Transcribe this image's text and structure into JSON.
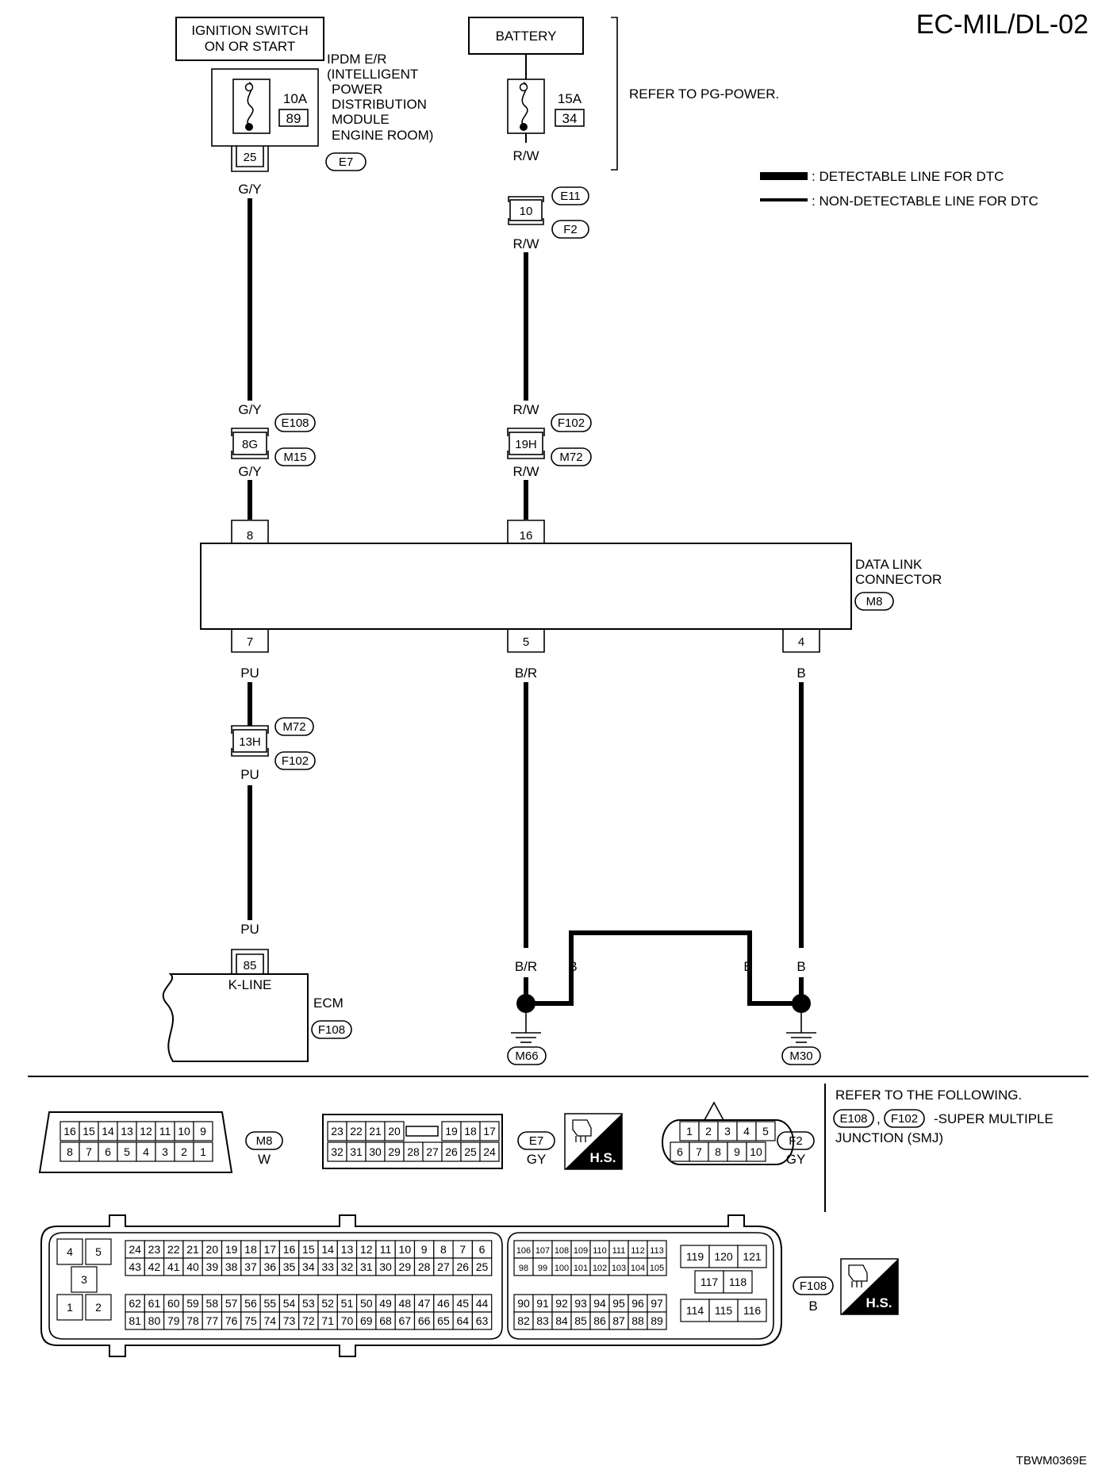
{
  "title": "EC-MIL/DL-02",
  "figure_code": "TBWM0369E",
  "components": {
    "ignition_switch": {
      "line1": "IGNITION SWITCH",
      "line2": "ON OR START"
    },
    "battery": {
      "label": "BATTERY"
    },
    "ipdm": {
      "lines": [
        "IPDM E/R",
        "(INTELLIGENT",
        "POWER",
        "DISTRIBUTION",
        "MODULE",
        "ENGINE ROOM)"
      ],
      "fuse_amp": "10A",
      "fuse_no": "89",
      "pin": "25",
      "connector": "E7"
    },
    "battery_fuse": {
      "fuse_amp": "15A",
      "fuse_no": "34",
      "refer": "REFER TO PG-POWER."
    },
    "data_link_connector": {
      "line1": "DATA LINK",
      "line2": "CONNECTOR",
      "connector": "M8"
    },
    "ecm": {
      "label": "ECM",
      "connector": "F108",
      "pin": "85",
      "pin_label": "K-LINE"
    }
  },
  "legend": {
    "detectable": ": DETECTABLE LINE FOR DTC",
    "non_detectable": ": NON-DETECTABLE LINE FOR DTC"
  },
  "wires": {
    "gy": "G/Y",
    "rw": "R/W",
    "pu": "PU",
    "br": "B/R",
    "b": "B"
  },
  "connectors": {
    "e11": {
      "id": "E11",
      "pin": "10"
    },
    "f2": {
      "id": "F2"
    },
    "e108": {
      "id": "E108",
      "pin": "8G"
    },
    "m15": {
      "id": "M15"
    },
    "f102": {
      "id": "F102",
      "pin": "19H"
    },
    "m72": {
      "id": "M72",
      "pin": "13H"
    },
    "dlc_pins": [
      "8",
      "16",
      "7",
      "5",
      "4"
    ],
    "grounds": [
      "M66",
      "M30"
    ]
  },
  "connector_views": {
    "m8": {
      "id": "M8",
      "color": "W",
      "top": [
        "16",
        "15",
        "14",
        "13",
        "12",
        "11",
        "10",
        "9"
      ],
      "bottom": [
        "8",
        "7",
        "6",
        "5",
        "4",
        "3",
        "2",
        "1"
      ]
    },
    "e7": {
      "id": "E7",
      "color": "GY",
      "top_left": [
        "23",
        "22",
        "21",
        "20"
      ],
      "top_right": [
        "19",
        "18",
        "17"
      ],
      "bottom": [
        "32",
        "31",
        "30",
        "29",
        "28",
        "27",
        "26",
        "25",
        "24"
      ]
    },
    "f2": {
      "id": "F2",
      "color": "GY",
      "top": [
        "1",
        "2",
        "3",
        "4",
        "5"
      ],
      "bottom": [
        "6",
        "7",
        "8",
        "9",
        "10"
      ]
    },
    "f108": {
      "id": "F108",
      "color": "B",
      "left_block": [
        "4",
        "5",
        "3",
        "1",
        "2"
      ],
      "main_r1": [
        "24",
        "23",
        "22",
        "21",
        "20",
        "19",
        "18",
        "17",
        "16",
        "15",
        "14",
        "13",
        "12",
        "11",
        "10",
        "9",
        "8",
        "7",
        "6"
      ],
      "main_r2": [
        "43",
        "42",
        "41",
        "40",
        "39",
        "38",
        "37",
        "36",
        "35",
        "34",
        "33",
        "32",
        "31",
        "30",
        "29",
        "28",
        "27",
        "26",
        "25"
      ],
      "main_r3": [
        "62",
        "61",
        "60",
        "59",
        "58",
        "57",
        "56",
        "55",
        "54",
        "53",
        "52",
        "51",
        "50",
        "49",
        "48",
        "47",
        "46",
        "45",
        "44"
      ],
      "main_r4": [
        "81",
        "80",
        "79",
        "78",
        "77",
        "76",
        "75",
        "74",
        "73",
        "72",
        "71",
        "70",
        "69",
        "68",
        "67",
        "66",
        "65",
        "64",
        "63"
      ],
      "mid_r1": [
        "106",
        "107",
        "108",
        "109",
        "110",
        "111",
        "112",
        "113"
      ],
      "mid_r2": [
        "98",
        "99",
        "100",
        "101",
        "102",
        "103",
        "104",
        "105"
      ],
      "mid_r3": [
        "90",
        "91",
        "92",
        "93",
        "94",
        "95",
        "96",
        "97"
      ],
      "mid_r4": [
        "82",
        "83",
        "84",
        "85",
        "86",
        "87",
        "88",
        "89"
      ],
      "right_r1": [
        "119",
        "120",
        "121"
      ],
      "right_r2": [
        "117",
        "118"
      ],
      "right_r3": [
        "114",
        "115",
        "116"
      ]
    },
    "hs_label": "H.S."
  },
  "refer_note": {
    "line1": "REFER TO THE FOLLOWING.",
    "conn1": "E108",
    "conn2": "F102",
    "line2": "-SUPER MULTIPLE",
    "line3": "JUNCTION (SMJ)"
  }
}
